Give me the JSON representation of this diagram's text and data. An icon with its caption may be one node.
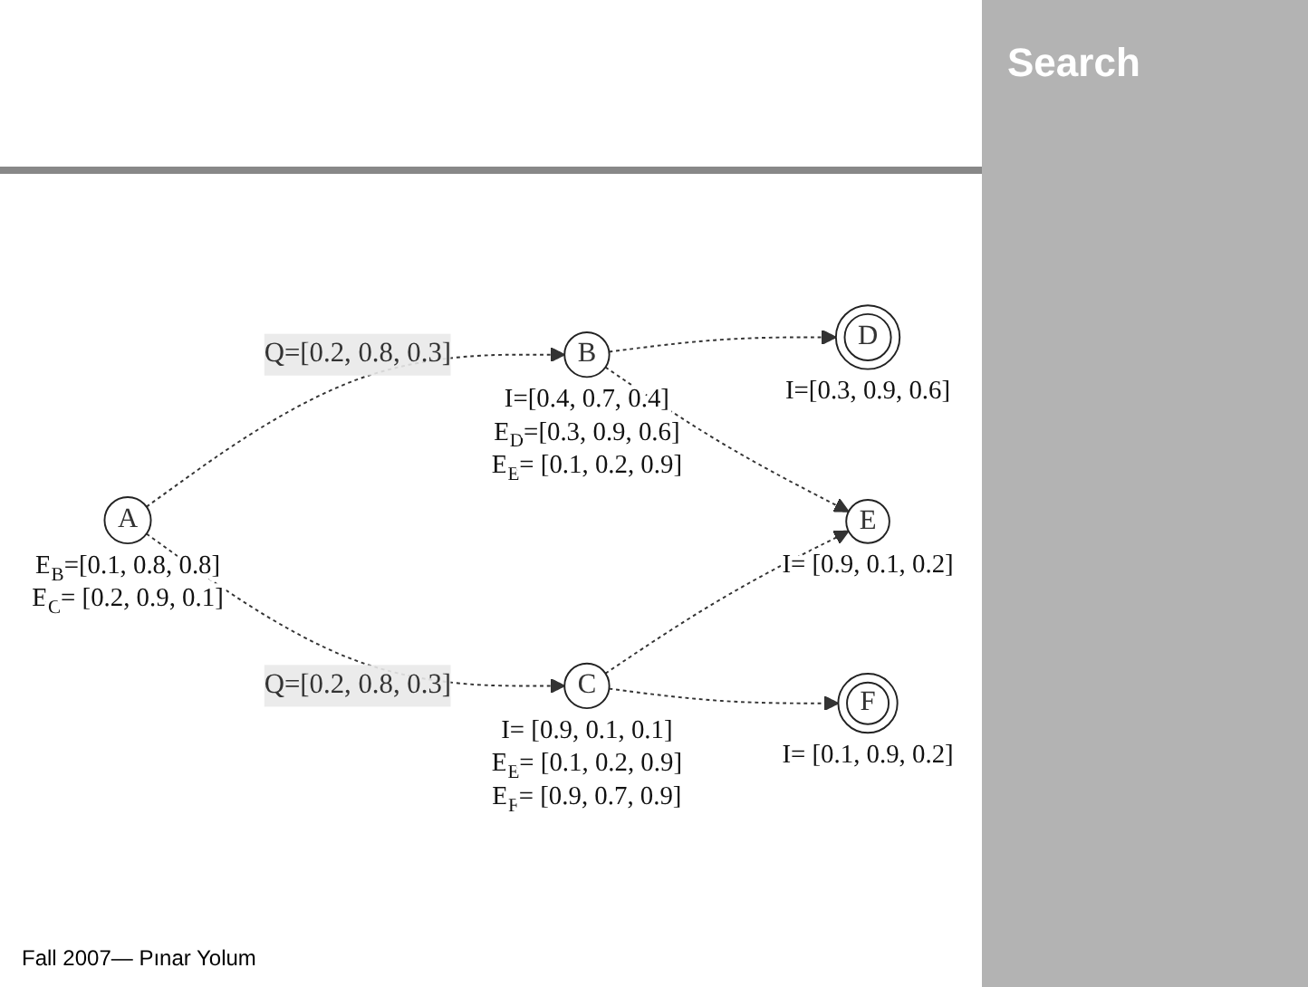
{
  "diagram": {
    "title": "Search",
    "nodes": [
      {
        "text": [
          "A"
        ],
        "beside": [
          "E$_{B}$=[0.1, 0.8, 0.8]",
          "E$_{C}$= [0.2, 0.9, 0.1]"
        ]
      },
      {
        "text": [
          "B"
        ],
        "beside": [
          "I=[0.4, 0.7, 0.4]",
          "E$_{D}$=[0.3, 0.9, 0.6]",
          "E$_{E}$= [0.1, 0.2, 0.9]"
        ]
      },
      {
        "text": [
          "C"
        ],
        "beside": [
          "I= [0.9, 0.1, 0.1]",
          "E$_{E}$= [0.1, 0.2, 0.9]",
          "E$_{F}$= [0.9, 0.7, 0.9]"
        ]
      },
      {
        "text": [
          "D"
        ],
        "beside": [
          "I=[0.3, 0.9, 0.6]"
        ]
      },
      {
        "text": [
          "E"
        ],
        "beside": [
          "I= [0.9, 0.1, 0.2]"
        ]
      },
      {
        "text": [
          "F"
        ],
        "beside": [
          "I= [0.1, 0.9, 0.2]"
        ]
      }
    ],
    "edges": [
      {
        "from": 0,
        "to": 1,
        "arrow": "to",
        "style": "dashed",
        "label": "Q=[0.2, 0.8, 0.3]"
      },
      {
        "from": 0,
        "to": 2,
        "arrow": "to",
        "style": "dashed",
        "label": "Q=[0.2, 0.8, 0.3]"
      },
      {
        "from": 1,
        "to": 3,
        "arrow": "to",
        "style": "dashed"
      },
      {
        "from": 1,
        "to": 4,
        "arrow": "to",
        "style": "dashed"
      },
      {
        "from": 2,
        "to": 4,
        "arrow": "to",
        "style": "dashed"
      },
      {
        "from": 2,
        "to": 5,
        "arrow": "to",
        "style": "dashed"
      }
    ],
    "labels": [
      "Fall 2007— Pınar Yolum"
    ]
  }
}
